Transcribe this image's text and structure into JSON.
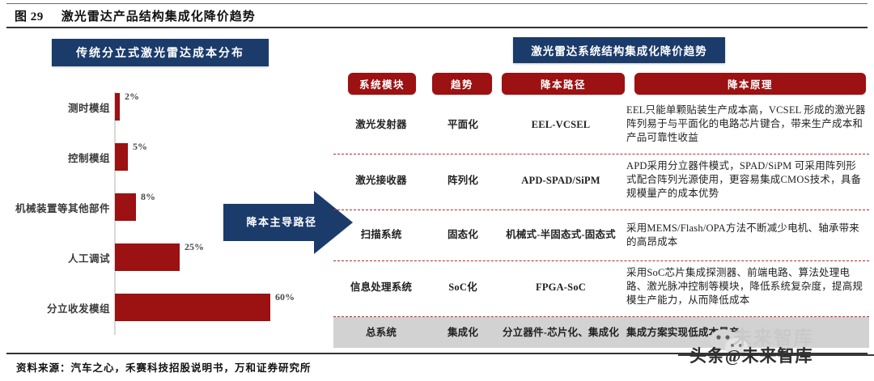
{
  "figure": {
    "number": "图 29",
    "title": "激光雷达产品结构集成化降价趋势"
  },
  "left": {
    "banner": "传统分立式激光雷达成本分布"
  },
  "chart_data": {
    "type": "bar",
    "orientation": "horizontal",
    "title": "传统分立式激光雷达成本分布",
    "categories": [
      "测时模组",
      "控制模组",
      "机械装置等其他部件",
      "人工调试",
      "分立收发模组"
    ],
    "values": [
      2,
      5,
      8,
      25,
      60
    ],
    "labels": [
      "2%",
      "5%",
      "8%",
      "25%",
      "60%"
    ],
    "xlabel": "",
    "ylabel": "",
    "xlim": [
      0,
      65
    ],
    "grid": false,
    "legend": false,
    "bar_color": "#9c1111"
  },
  "arrow": {
    "label": "降本主导路径",
    "color": "#1b3b6b"
  },
  "right": {
    "banner": "激光雷达系统结构集成化降价趋势",
    "headers": [
      "系统模块",
      "趋势",
      "降本路径",
      "降本原理"
    ],
    "rows": [
      {
        "module": "激光发射器",
        "trend": "平面化",
        "path": "EEL-VCSEL",
        "reason": "EEL只能单颗贴装生产成本高，VCSEL 形成的激光器阵列易于与平面化的电路芯片键合，带来生产成本和产品可靠性收益"
      },
      {
        "module": "激光接收器",
        "trend": "阵列化",
        "path": "APD-SPAD/SiPM",
        "reason": "APD采用分立器件模式，SPAD/SiPM 可采用阵列形式配合阵列光源使用，更容易集成CMOS技术，具备规模量产的成本优势"
      },
      {
        "module": "扫描系统",
        "trend": "固态化",
        "path": "机械式-半固态式-固态式",
        "reason": "采用MEMS/Flash/OPA方法不断减少电机、轴承带来的高昂成本"
      },
      {
        "module": "信息处理系统",
        "trend": "SoC化",
        "path": "FPGA-SoC",
        "reason": "采用SoC芯片集成探测器、前端电路、算法处理电路、激光脉冲控制等模块，降低系统复杂度，提高规模生产能力，从而降低成本"
      },
      {
        "module": "总系统",
        "trend": "集成化",
        "path": "分立器件-芯片化、集成化",
        "reason": "集成方案实现低成本量产"
      }
    ]
  },
  "footer": {
    "source": "资料来源：汽车之心，禾赛科技招股说明书，万和证券研究所"
  },
  "watermark": {
    "big": "未来智库",
    "strip": "头条@未来智库"
  },
  "colors": {
    "navy": "#1b3b6b",
    "dark_red": "#9c1111",
    "dashed_red": "#b82a2a",
    "gray_row": "#d2d2d2"
  }
}
